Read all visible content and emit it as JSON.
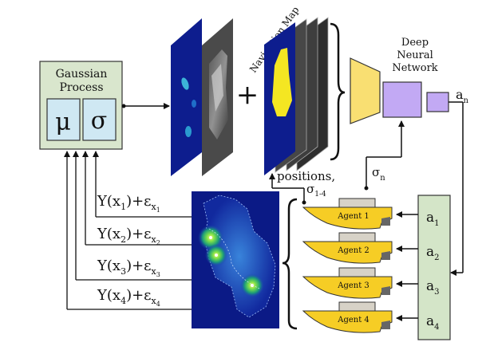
{
  "gp": {
    "title_line1": "Gaussian",
    "title_line2": "Process",
    "mu": "μ",
    "sigma": "σ"
  },
  "nav_map_label": "Navigation Map",
  "plus_sign": "+",
  "dnn": {
    "line1": "Deep",
    "line2": "Neural",
    "line3": "Network"
  },
  "output": {
    "a": "a",
    "sub": "n"
  },
  "sigma_n": {
    "sym": "σ",
    "sub": "n"
  },
  "positions": {
    "text": "positions,",
    "sym": "σ",
    "sub": "1-4"
  },
  "observations": [
    {
      "y": "Y(x",
      "idx": "1",
      "eps_sub": "x",
      "eps_idx": "1"
    },
    {
      "y": "Y(x",
      "idx": "2",
      "eps_sub": "x",
      "eps_idx": "2"
    },
    {
      "y": "Y(x",
      "idx": "3",
      "eps_sub": "x",
      "eps_idx": "3"
    },
    {
      "y": "Y(x",
      "idx": "4",
      "eps_sub": "x",
      "eps_idx": "4"
    }
  ],
  "obs_suffix": ")+ε",
  "agents": [
    {
      "label": "Agent 1"
    },
    {
      "label": "Agent 2"
    },
    {
      "label": "Agent 3"
    },
    {
      "label": "Agent 4"
    }
  ],
  "actions": [
    {
      "a": "a",
      "sub": "1"
    },
    {
      "a": "a",
      "sub": "2"
    },
    {
      "a": "a",
      "sub": "3"
    },
    {
      "a": "a",
      "sub": "4"
    }
  ],
  "colors": {
    "gp_fill": "#d9e6cd",
    "gp_inner": "#cfe8f3",
    "nn_yellow": "#f9df72",
    "nn_purple": "#c2a9f4",
    "action_green": "#d4e5c8",
    "agent_yellow": "#f6cd25",
    "map_blue": "#0b1a86"
  }
}
